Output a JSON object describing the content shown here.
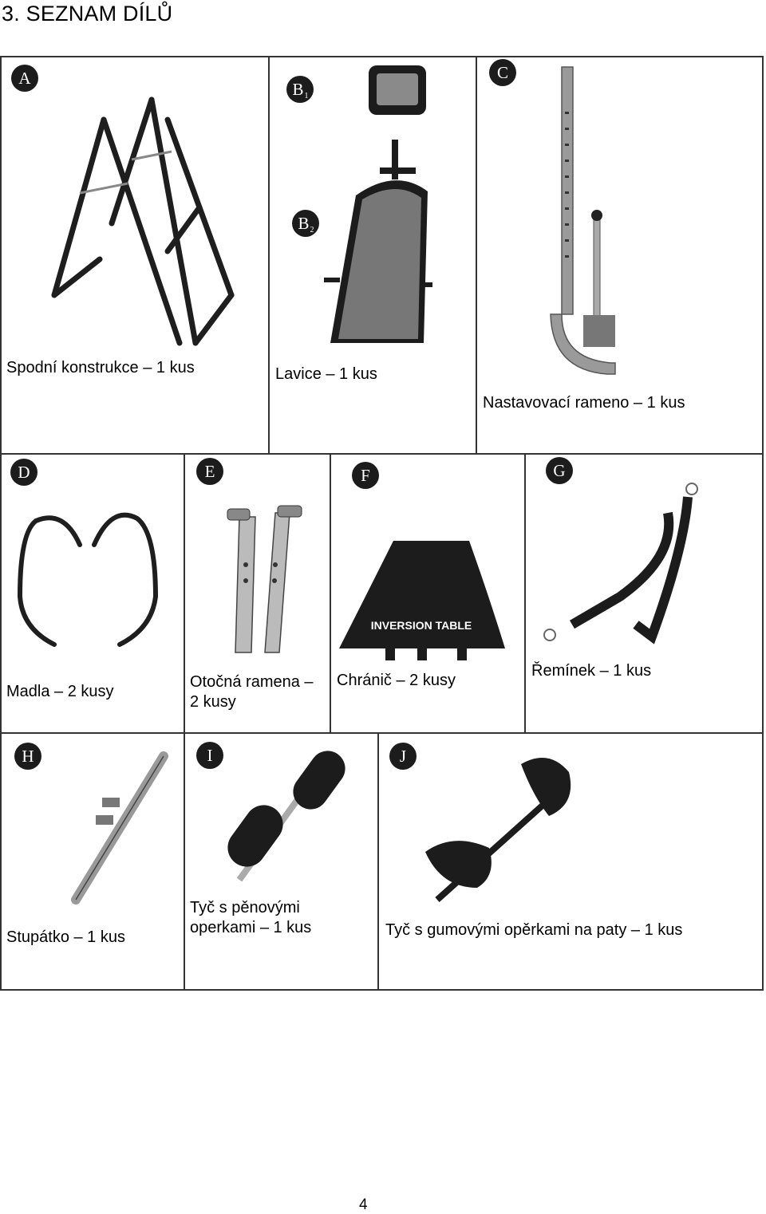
{
  "heading": "3.  SEZNAM DÍLŮ",
  "parts": [
    {
      "letter": "A",
      "sub": "",
      "caption": "Spodní konstrukce – 1 kus"
    },
    {
      "letter": "B",
      "sub": "1",
      "sub2": "2",
      "caption": "Lavice – 1 kus"
    },
    {
      "letter": "C",
      "sub": "",
      "caption": "Nastavovací rameno – 1 kus"
    },
    {
      "letter": "D",
      "sub": "",
      "caption": "Madla – 2 kusy"
    },
    {
      "letter": "E",
      "sub": "",
      "caption": "Otočná ramena –\n2 kusy"
    },
    {
      "letter": "F",
      "sub": "",
      "caption": "Chránič – 2 kusy",
      "print": "INVERSION TABLE"
    },
    {
      "letter": "G",
      "sub": "",
      "caption": "Řemínek – 1 kus"
    },
    {
      "letter": "H",
      "sub": "",
      "caption": "Stupátko – 1 kus"
    },
    {
      "letter": "I",
      "sub": "",
      "caption": "Tyč s pěnovými\noperkami – 1 kus"
    },
    {
      "letter": "J",
      "sub": "",
      "caption": "Tyč s gumovými opěrkami na paty – 1 kus"
    }
  ],
  "page_number": "4"
}
